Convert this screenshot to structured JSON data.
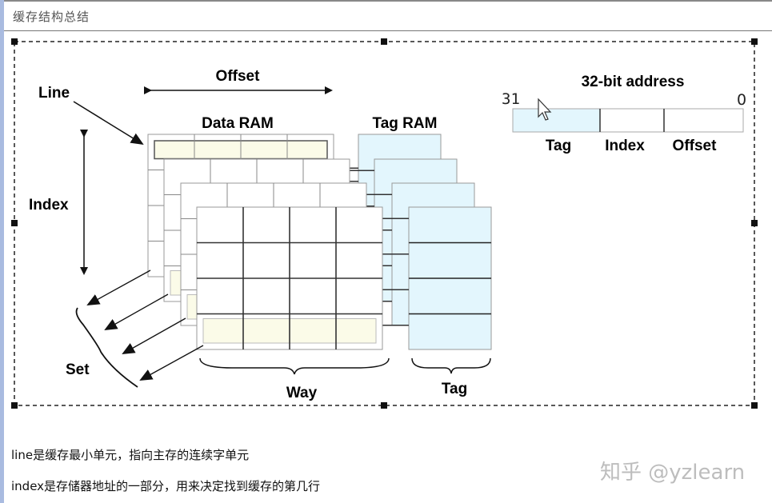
{
  "header": {
    "title": "缓存结构总结"
  },
  "diagram": {
    "labels": {
      "line": "Line",
      "offset": "Offset",
      "index": "Index",
      "data_ram": "Data RAM",
      "tag_ram": "Tag RAM",
      "set": "Set",
      "way": "Way",
      "tag": "Tag"
    },
    "address": {
      "title": "32-bit address",
      "high_bit": "31",
      "low_bit": "0",
      "fields": [
        "Tag",
        "Index",
        "Offset"
      ]
    },
    "colors": {
      "tag_fill": "#e3f6fd",
      "line_fill": "#fbfbe8"
    }
  },
  "captions": [
    "line是缓存最小单元，指向主存的连续字单元",
    "index是存储器地址的一部分，用来决定找到缓存的第几行"
  ],
  "watermark": "知乎 @yzlearn"
}
